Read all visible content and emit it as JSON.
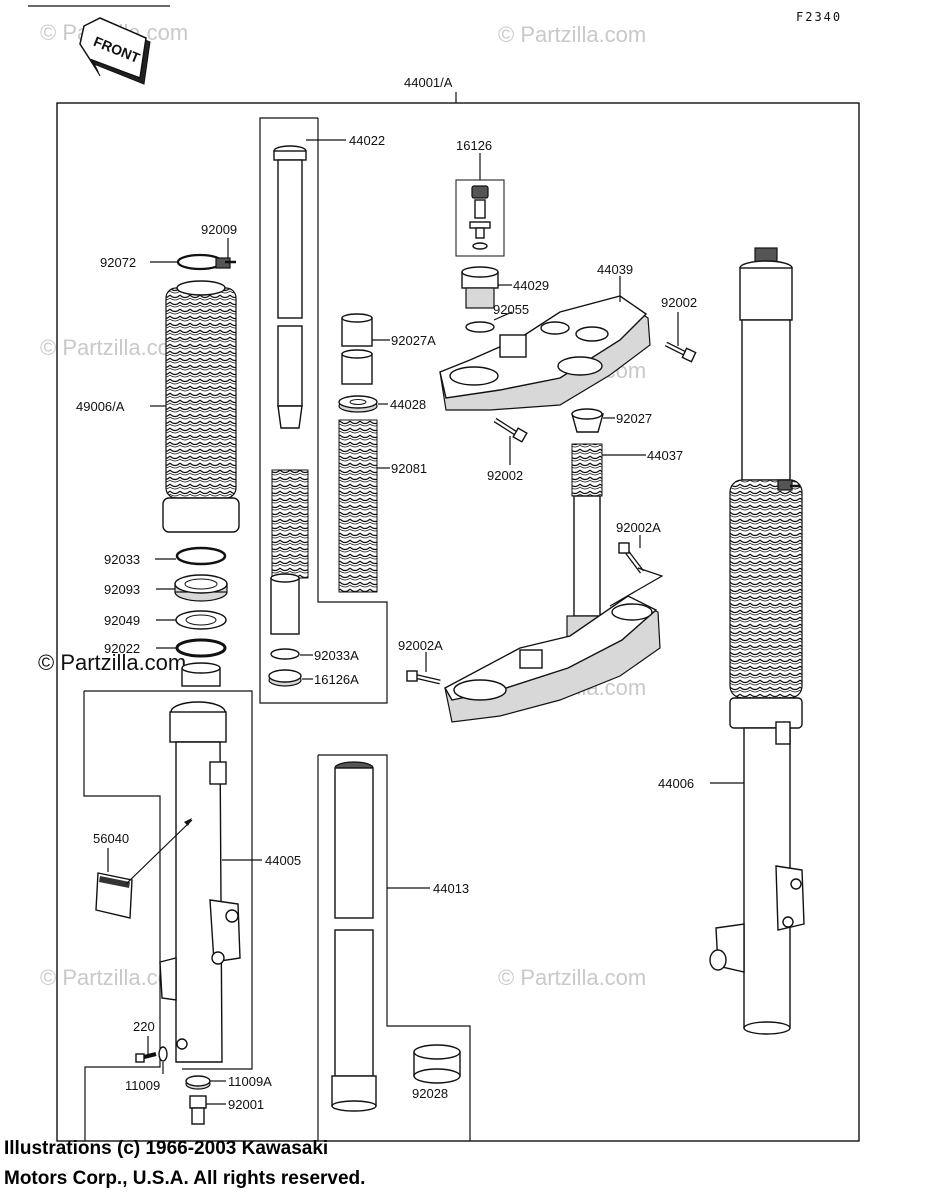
{
  "diagram_code": "F2340",
  "front_arrow_label": "FRONT",
  "watermark": "© Partzilla.com",
  "assembly_label": "44001/A",
  "copyright": {
    "line1": "Illustrations (c) 1966-2003 Kawasaki",
    "line2": "Motors Corp., U.S.A.  All rights reserved."
  },
  "part_labels": {
    "p44022": "44022",
    "p16126": "16126",
    "p92009": "92009",
    "p92072": "92072",
    "p44029": "44029",
    "p44039": "44039",
    "p92002_top": "92002",
    "p92055": "92055",
    "p92027A": "92027A",
    "p49006A": "49006/A",
    "p44028": "44028",
    "p92027": "92027",
    "p92081": "92081",
    "p92002_mid": "92002",
    "p44037": "44037",
    "p92002A_upper": "92002A",
    "p92033": "92033",
    "p92093": "92093",
    "p92049": "92049",
    "p92022": "92022",
    "p92033A": "92033A",
    "p92002A_lower": "92002A",
    "p16126A": "16126A",
    "p44006": "44006",
    "p56040": "56040",
    "p44005": "44005",
    "p44013": "44013",
    "p220": "220",
    "p11009": "11009",
    "p11009A": "11009A",
    "p92001": "92001",
    "p92028": "92028"
  }
}
